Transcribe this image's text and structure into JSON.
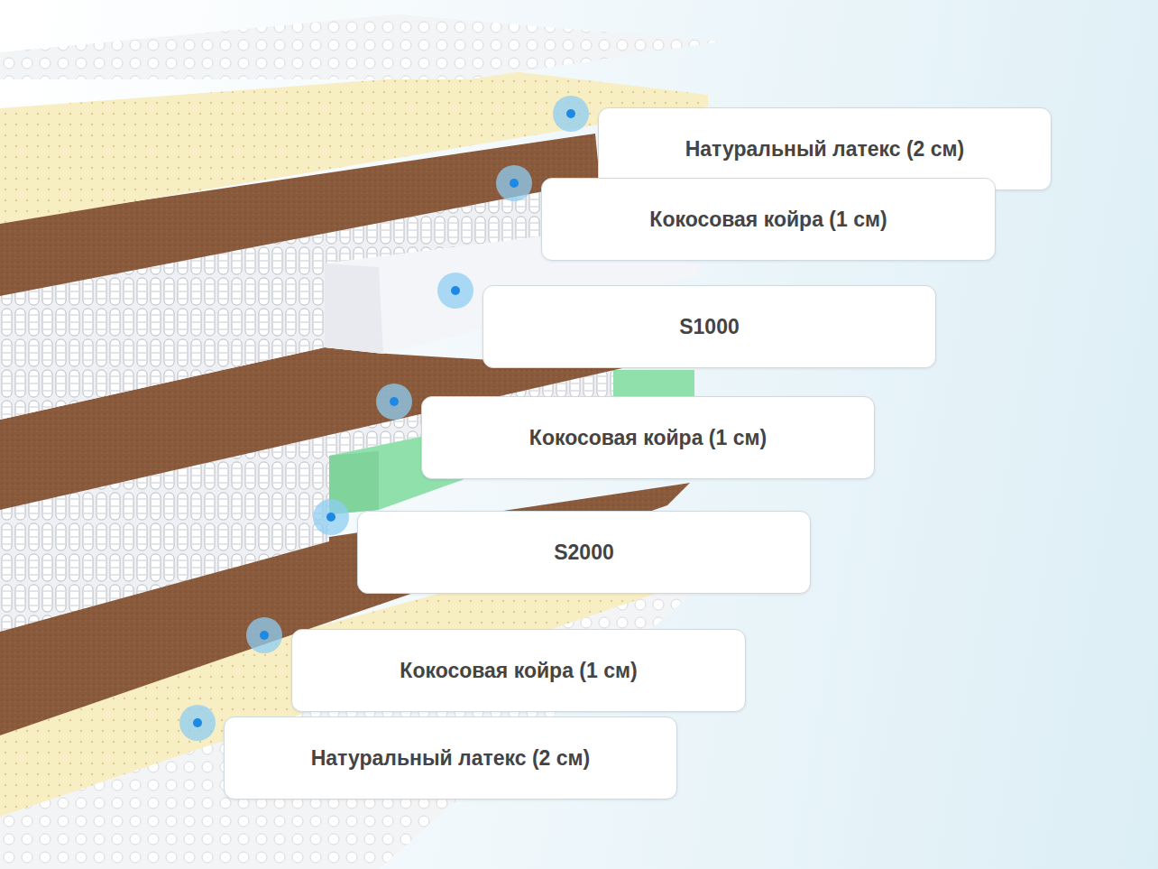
{
  "diagram": {
    "nodes": [
      {
        "text": [
          "Натуральный латекс (2 см)"
        ]
      },
      {
        "text": [
          "Кокосовая койра (1 см)"
        ]
      },
      {
        "text": [
          "S1000"
        ]
      },
      {
        "text": [
          "Кокосовая койра (1 см)"
        ]
      },
      {
        "text": [
          "S2000"
        ]
      },
      {
        "text": [
          "Кокосовая койра (1 см)"
        ]
      },
      {
        "text": [
          "Натуральный латекс (2 см)"
        ]
      }
    ]
  }
}
